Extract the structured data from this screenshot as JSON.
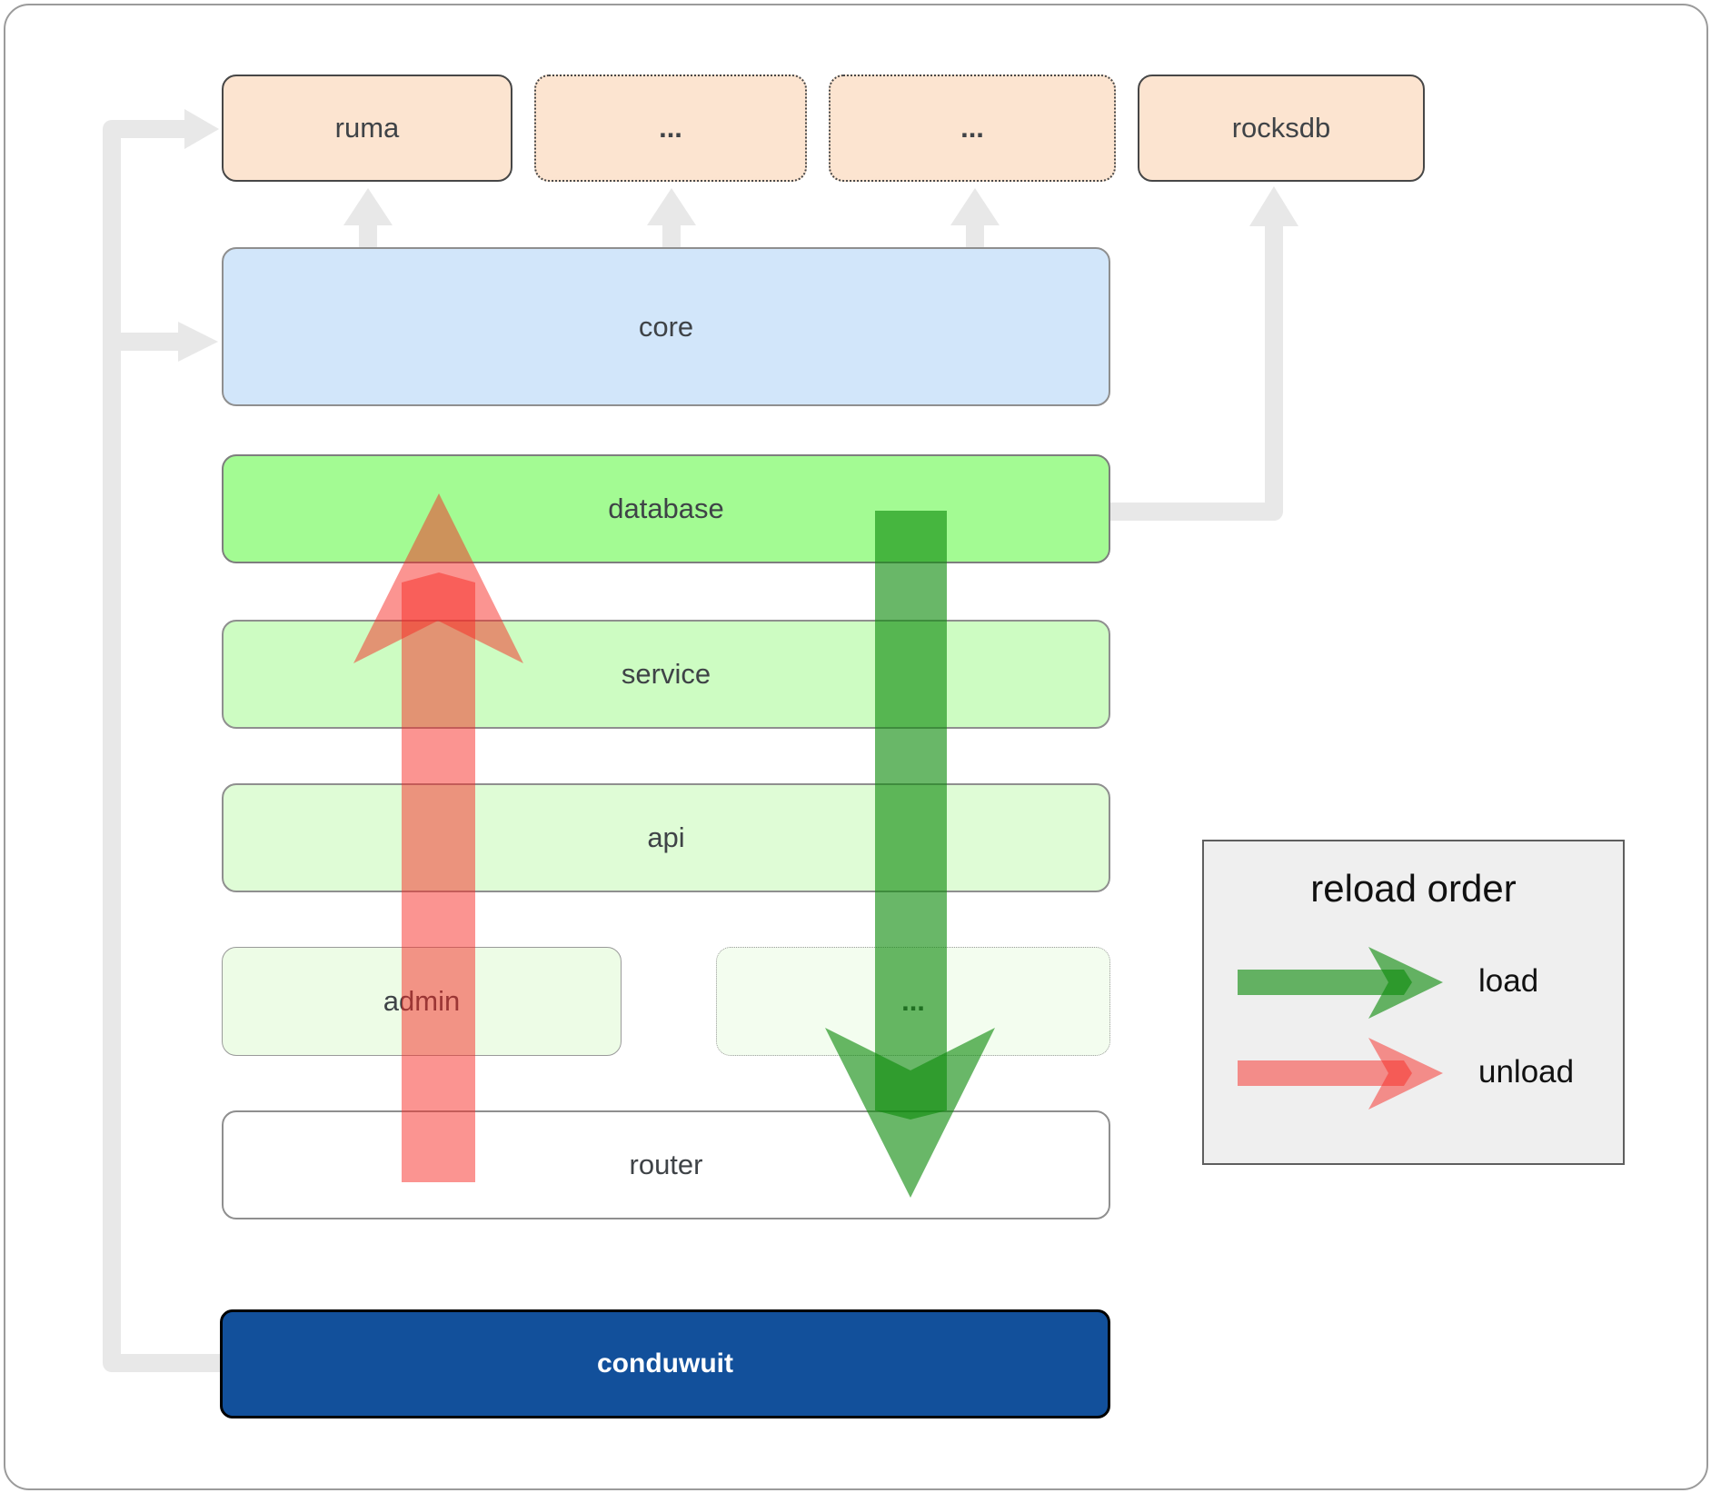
{
  "diagram": {
    "nodes": {
      "ruma": "ruma",
      "crates_more_1": "...",
      "crates_more_2": "...",
      "rocksdb": "rocksdb",
      "core": "core",
      "database": "database",
      "service": "service",
      "api": "api",
      "admin": "admin",
      "admin_more": "...",
      "router": "router",
      "conduwuit": "conduwuit"
    },
    "legend": {
      "title": "reload order",
      "items": [
        {
          "label": "load",
          "color": "#0d8b0b"
        },
        {
          "label": "unload",
          "color": "#f72923"
        }
      ]
    },
    "colors": {
      "box_peach": "#fce4d0",
      "box_border_dark": "#474747",
      "core_blue": "#d2e6fa",
      "node_border_gray": "#8f8f8f",
      "database_green": "#a3fb93",
      "service_green": "#cdfcc2",
      "api_green": "#dffcd6",
      "admin_green": "#edfce6",
      "admin_dots_green": "#f3fdef",
      "router_white": "#ffffff",
      "conduwuit_navy": "#12509b",
      "conduwuit_text": "#ffffff",
      "connector_gray": "#e8e8e8",
      "load_green": "#0d8b0b",
      "unload_red": "#f72923",
      "legend_bg": "#efefef",
      "legend_text": "#111111",
      "label_color": "#3f4347"
    }
  }
}
